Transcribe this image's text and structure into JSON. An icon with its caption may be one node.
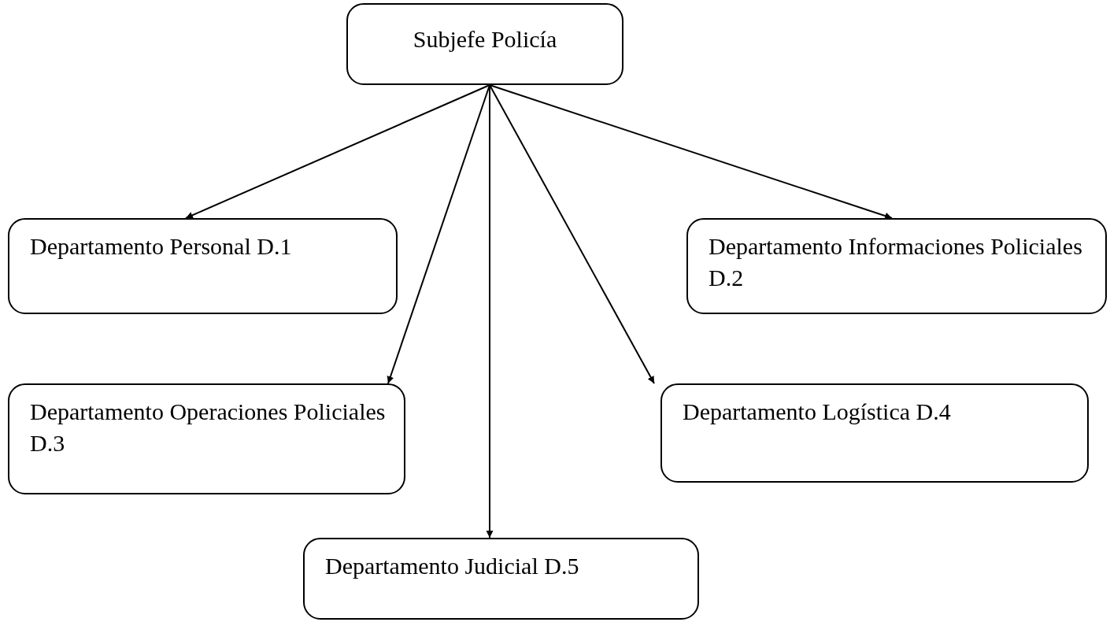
{
  "diagram": {
    "nodes": [
      {
        "text": [
          "Subjefe Policía"
        ]
      },
      {
        "text": [
          "Departamento Personal D.1"
        ]
      },
      {
        "text": [
          "Departamento Informaciones Policiales D.2"
        ]
      },
      {
        "text": [
          "Departamento Operaciones Policiales D.3"
        ]
      },
      {
        "text": [
          "Departamento Logística D.4"
        ]
      },
      {
        "text": [
          "Departamento Judicial D.5"
        ]
      }
    ],
    "edges": [
      {
        "from": 0,
        "to": 1,
        "arrow": "to"
      },
      {
        "from": 0,
        "to": 2,
        "arrow": "to"
      },
      {
        "from": 0,
        "to": 3,
        "arrow": "to"
      },
      {
        "from": 0,
        "to": 4,
        "arrow": "to"
      },
      {
        "from": 0,
        "to": 5,
        "arrow": "to"
      }
    ]
  }
}
